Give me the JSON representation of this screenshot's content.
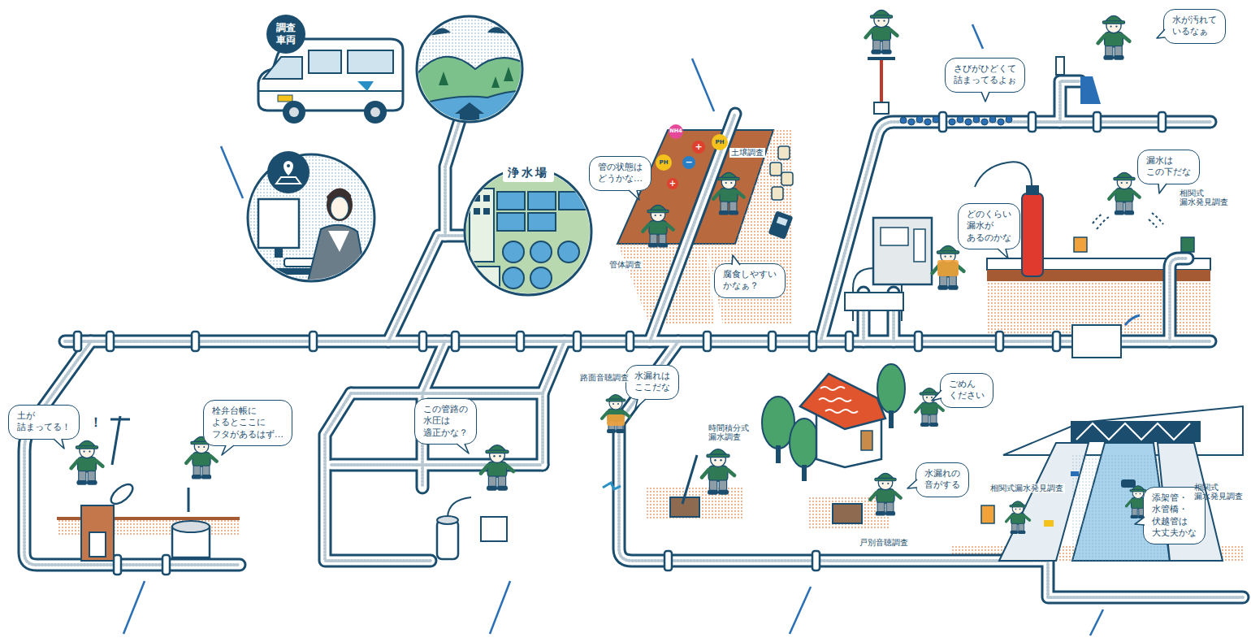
{
  "diagram": {
    "nodes": [
      {
        "text": [
          "調査 車両"
        ]
      },
      {
        "text": [
          "浄水場"
        ]
      },
      {
        "text": [
          "さびがひどくて 詰まってるよぉ"
        ]
      },
      {
        "text": [
          "水が汚れて いるなぁ"
        ]
      },
      {
        "text": [
          "管の状態は どうかな…"
        ]
      },
      {
        "text": [
          "腐食しやすい かなぁ？"
        ]
      },
      {
        "text": [
          "漏水は この下だな"
        ]
      },
      {
        "text": [
          "どのくらい 漏水が あるのかな"
        ]
      },
      {
        "text": [
          "土が 詰まってる！"
        ]
      },
      {
        "text": [
          "栓弁台帳に よるとここに フタがあるはず…"
        ]
      },
      {
        "text": [
          "この管路の 水圧は 適正かな？"
        ]
      },
      {
        "text": [
          "水漏れは ここだな"
        ]
      },
      {
        "text": [
          "ごめん ください"
        ]
      },
      {
        "text": [
          "水漏れの 音がする"
        ]
      },
      {
        "text": [
          "添架管・水管橋・ 伏越管は 大丈夫かな"
        ]
      }
    ],
    "labels": [
      "！",
      "土壌調査",
      "管体調査",
      "NH4",
      "PH",
      "PH",
      "+",
      "−",
      "+",
      "相関式 漏水発見調査",
      "路面音聴調査",
      "時間積分式 漏水調査",
      "戸別音聴調査",
      "相関式漏水発見調査",
      "相関式 漏水発見調査"
    ]
  }
}
